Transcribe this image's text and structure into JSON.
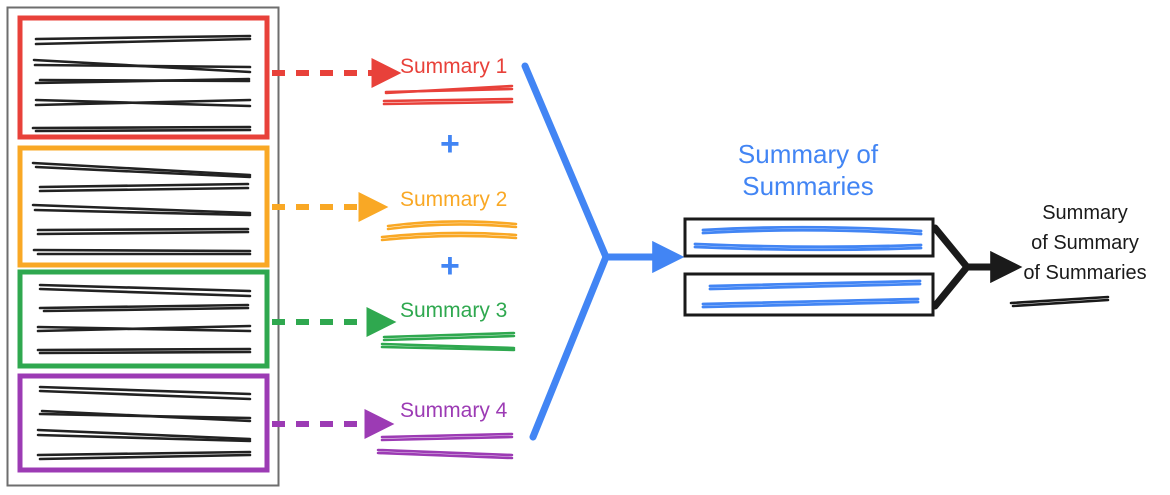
{
  "diagram": {
    "title_visible": false,
    "colors": {
      "red": "#E8413A",
      "orange": "#F9A825",
      "green": "#2FA84F",
      "purple": "#9C3BB4",
      "blue": "#4285F4",
      "black": "#1a1a1a",
      "gray_border": "#6e6e6e"
    },
    "source_panel": {
      "name": "document-collection",
      "groups": [
        {
          "id": "group-1",
          "color": "#E8413A",
          "line_count": 5
        },
        {
          "id": "group-2",
          "color": "#F9A825",
          "line_count": 5
        },
        {
          "id": "group-3",
          "color": "#2FA84F",
          "line_count": 4
        },
        {
          "id": "group-4",
          "color": "#9C3BB4",
          "line_count": 4
        }
      ]
    },
    "summaries": [
      {
        "label": "Summary 1",
        "color": "#E8413A",
        "arrow": "dashed-arrow-red"
      },
      {
        "label": "Summary 2",
        "color": "#F9A825",
        "arrow": "dashed-arrow-orange"
      },
      {
        "label": "Summary 3",
        "color": "#2FA84F",
        "arrow": "dashed-arrow-green"
      },
      {
        "label": "Summary 4",
        "color": "#9C3BB4",
        "arrow": "dashed-arrow-purple"
      }
    ],
    "plus_signs": [
      {
        "id": "plus-1",
        "symbol": "+",
        "color": "#4285F4"
      },
      {
        "id": "plus-2",
        "symbol": "+",
        "color": "#4285F4"
      }
    ],
    "merge_arrow": {
      "name": "blue-merge-arrow",
      "color": "#4285F4"
    },
    "summary_of_summaries": {
      "title_line_1": "Summary of",
      "title_line_2": "Summaries",
      "color": "#4285F4",
      "boxes": [
        {
          "id": "sos-box-1",
          "line_count": 2
        },
        {
          "id": "sos-box-2",
          "line_count": 2
        }
      ]
    },
    "final_merge_arrow": {
      "name": "black-merge-arrow",
      "color": "#1a1a1a"
    },
    "final_output": {
      "title_line_1": "Summary",
      "title_line_2": "of Summary",
      "title_line_3": "of Summaries",
      "color": "#1a1a1a",
      "line_count": 1
    }
  }
}
